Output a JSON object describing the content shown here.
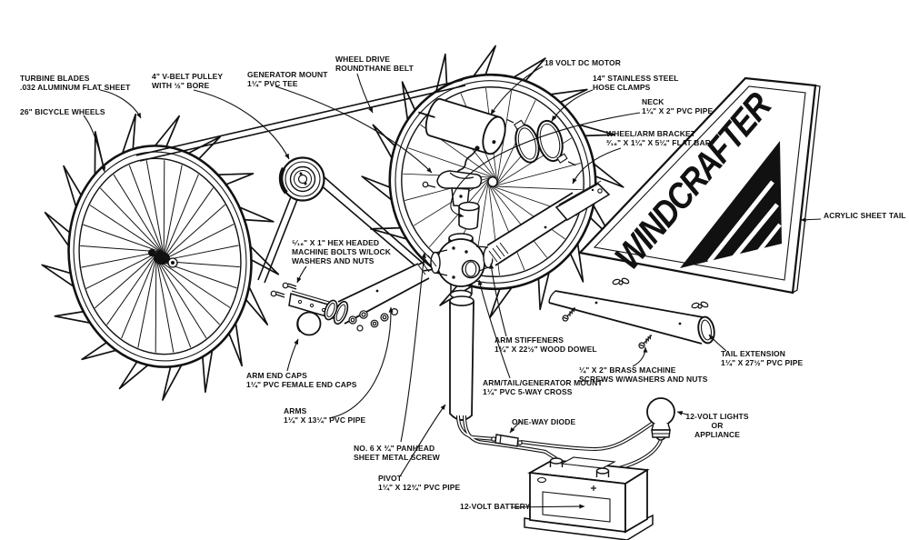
{
  "diagram": {
    "type": "exploded-parts-diagram",
    "product": "Windcrafter wind generator",
    "tail_logo": "WINDCRAFTER",
    "colors": {
      "ink": "#111111",
      "paper": "#ffffff"
    },
    "labels": {
      "turbine_blades": {
        "text": "TURBINE BLADES\n.032 ALUMINUM FLAT SHEET"
      },
      "bicycle_wheels": {
        "text": "26\" BICYCLE WHEELS"
      },
      "v_belt_pulley": {
        "text": "4\" V-BELT PULLEY\nWITH ½\" BORE"
      },
      "generator_mount": {
        "text": "GENERATOR MOUNT\n1¼\" PVC TEE"
      },
      "wheel_drive_belt": {
        "text": "WHEEL DRIVE\nROUNDTHANE BELT"
      },
      "dc_motor": {
        "text": "18 VOLT DC MOTOR"
      },
      "hose_clamps": {
        "text": "14\" STAINLESS STEEL\nHOSE CLAMPS"
      },
      "neck": {
        "text": "NECK\n1¼\" X 2\" PVC PIPE"
      },
      "wheel_arm_bracket": {
        "text": "WHEEL/ARM BRACKET\n³⁄₁₆\" X 1¼\" X 5¼\" FLAT BAR"
      },
      "acrylic_tail": {
        "text": "ACRYLIC SHEET TAIL"
      },
      "hex_bolts": {
        "text": "⁵⁄₁₆\" X 1\" HEX HEADED\nMACHINE BOLTS W/LOCK\nWASHERS AND NUTS"
      },
      "arm_stiffeners": {
        "text": "ARM STIFFENERS\n1¼\" X 22½\" WOOD DOWEL"
      },
      "arm_end_caps": {
        "text": "ARM END CAPS\n1¼\" PVC FEMALE END CAPS"
      },
      "arms": {
        "text": "ARMS\n1¼\" X 13¼\" PVC PIPE"
      },
      "arm_tail_generator_mount": {
        "text": "ARM/TAIL/GENERATOR MOUNT\n1¼\" PVC 5-WAY CROSS"
      },
      "brass_screws": {
        "text": "¼\" X 2\" BRASS MACHINE\nSCREWS W/WASHERS AND NUTS"
      },
      "tail_extension": {
        "text": "TAIL EXTENSION\n1¼\" X 27½\" PVC PIPE"
      },
      "panhead_screw": {
        "text": "NO. 6 X ¾\" PANHEAD\nSHEET METAL SCREW"
      },
      "one_way_diode": {
        "text": "ONE-WAY DIODE"
      },
      "lights": {
        "text": "12-VOLT LIGHTS\nOR\nAPPLIANCE"
      },
      "pivot": {
        "text": "PIVOT\n1¼\" X 12¾\" PVC PIPE"
      },
      "battery": {
        "text": "12-VOLT BATTERY"
      }
    }
  }
}
